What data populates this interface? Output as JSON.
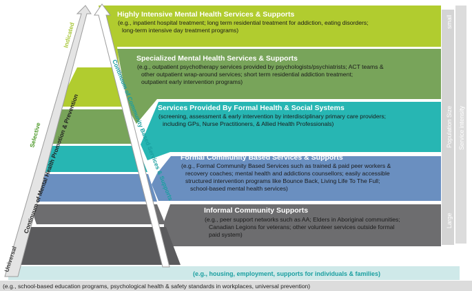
{
  "tiers": [
    {
      "title": "Highly Intensive Mental Health Services & Supports",
      "lines": [
        "(e.g., inpatient hospital treatment; long term residential treatment for addiction, eating disorders;",
        "long-term intensive day treatment programs)"
      ]
    },
    {
      "title": "Specialized Mental Health Services & Supports",
      "lines": [
        "(e.g., outpatient psychotherapy services provided by psychologists/psychiatrists; ACT teams &",
        "other outpatient wrap-around services; short term residential addiction treatment;",
        "outpatient early intervention programs)"
      ]
    },
    {
      "title": "Services Provided By Formal Health & Social Systems",
      "lines": [
        "(screening, assessment & early intervention by interdisciplinary primary care providers;",
        "including GPs, Nurse Practitioners, & Allied Health Professionals)"
      ]
    },
    {
      "title": "Formal Community Based Services & Supports",
      "lines": [
        "(e.g., Formal Community Based Services such as trained & paid peer workers &",
        "recovery coaches; mental health and addictions counsellors; easily accessible",
        "structured intervention programs like Bounce Back, Living Life To The Full;",
        "school-based mental health services)"
      ]
    },
    {
      "title": "Informal Community Supports",
      "lines": [
        "(e.g., peer support networks such as AA; Elders in Aboriginal communities;",
        "Canadian Legions for veterans; other volunteer services outside formal",
        "paid system)"
      ]
    }
  ],
  "footer": {
    "teal_line": "(e.g., housing, employment, supports for individuals & families)",
    "grey_line": "(e.g., school-based education programs, psychological health & safety standards in workplaces, universal prevention)"
  },
  "side_labels": {
    "promotion_axis": "Continuum of Mental Health Promotion & Prevention",
    "indicated": "Indicated",
    "selective": "Selective",
    "universal": "Universal",
    "community_axis": "Continuum of Community Based Services & Supports"
  },
  "right_bars": {
    "population": "Population Size",
    "small": "small",
    "large": "Large",
    "intensity": "Service intensity"
  },
  "colors": {
    "tier1": "#b1cc2f",
    "tier2": "#78a45a",
    "tier3": "#27b6b3",
    "tier4": "#6a8fc0",
    "tier5": "#6d6d6f",
    "base": "#5b5b5d",
    "teal_text": "#1a9fa0",
    "green_text": "#4e9a2a"
  }
}
